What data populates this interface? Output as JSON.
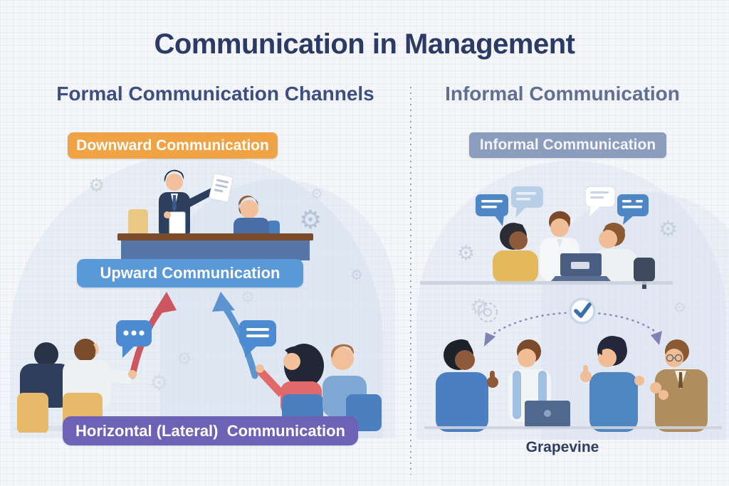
{
  "title": "Communication in Management",
  "left_panel": {
    "header": "Formal Communication Channels",
    "downward_banner": "Downward Communication",
    "upward_banner": "Upward Communication",
    "horizontal_banner": "Horizontal (Lateral)  Communication"
  },
  "right_panel": {
    "header": "Informal Communication",
    "informal_banner": "Informal Communication",
    "caption": "Grapevine"
  },
  "colors": {
    "background": "#f5f6f9",
    "title_text": "#2c3a66",
    "left_header_text": "#3d4f80",
    "right_header_text": "#616f93",
    "downward_banner_bg": "#f0a344",
    "upward_banner_bg": "#5a99d8",
    "horizontal_banner_bg": "#6d62b5",
    "informal_banner_bg": "#8b9cbd",
    "banner_text": "#ffffff",
    "red_arrow": "#cc5560",
    "blue_arrow": "#5d93cf",
    "speech_bubble_blue": "#4c8bd1",
    "check_accent": "#3a6ea8"
  },
  "icons": {
    "gear": "gear-icon",
    "check_circle": "check-circle-icon",
    "dots_bubble": "dots-speech-bubble-icon",
    "lines_bubble": "lines-speech-bubble-icon",
    "gear_glyph": "⚙"
  }
}
